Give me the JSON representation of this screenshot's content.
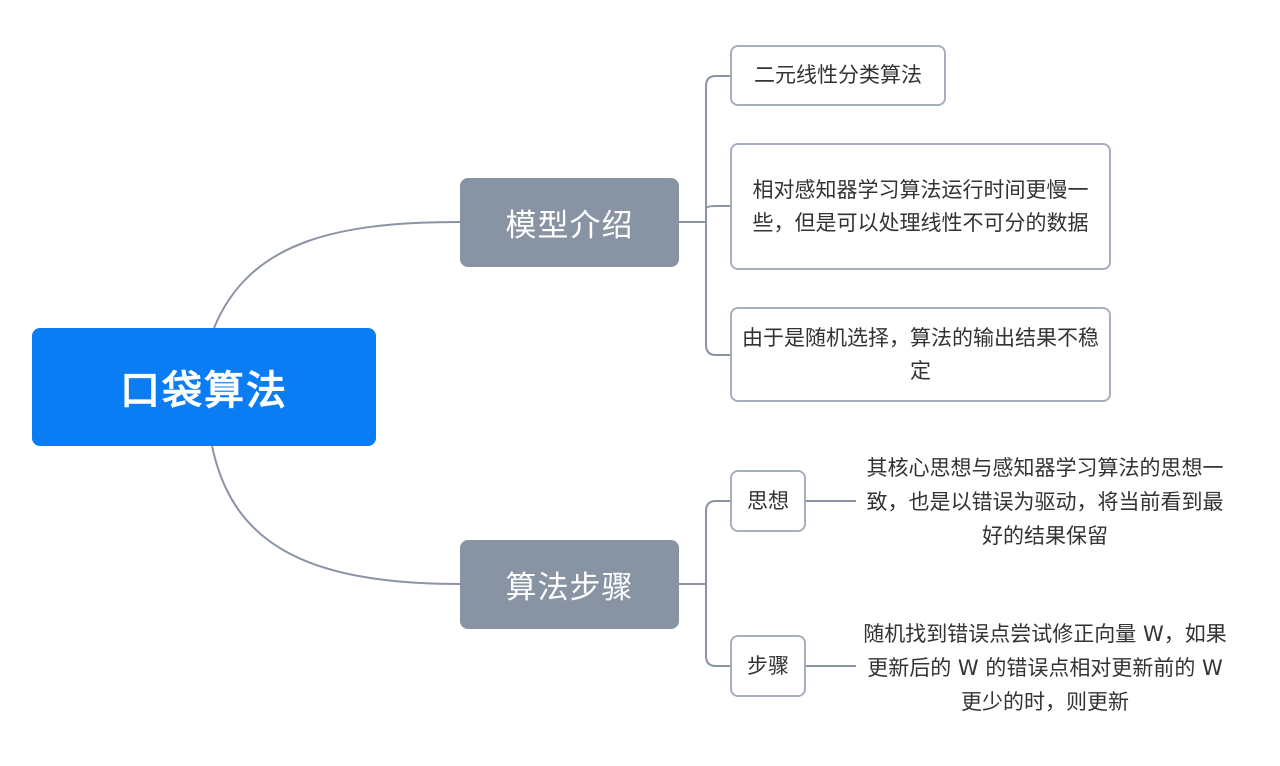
{
  "mindmap": {
    "root": {
      "label": "口袋算法"
    },
    "branches": [
      {
        "label": "模型介绍",
        "children": [
          {
            "label": "二元线性分类算法"
          },
          {
            "label": "相对感知器学习算法运行时间更慢一些，但是可以处理线性不可分的数据"
          },
          {
            "label": "由于是随机选择，算法的输出结果不稳定"
          }
        ]
      },
      {
        "label": "算法步骤",
        "children": [
          {
            "label": "思想",
            "note": "其核心思想与感知器学习算法的思想一致，也是以错误为驱动，将当前看到最好的结果保留"
          },
          {
            "label": "步骤",
            "note": "随机找到错误点尝试修正向量 W，如果更新后的 W 的错误点相对更新前的 W 更少的时，则更新"
          }
        ]
      }
    ]
  },
  "colors": {
    "root": "#0a7cf4",
    "branch": "#8893a4",
    "connector": "#8a94a6",
    "leaf_border": "#a6afbd"
  }
}
